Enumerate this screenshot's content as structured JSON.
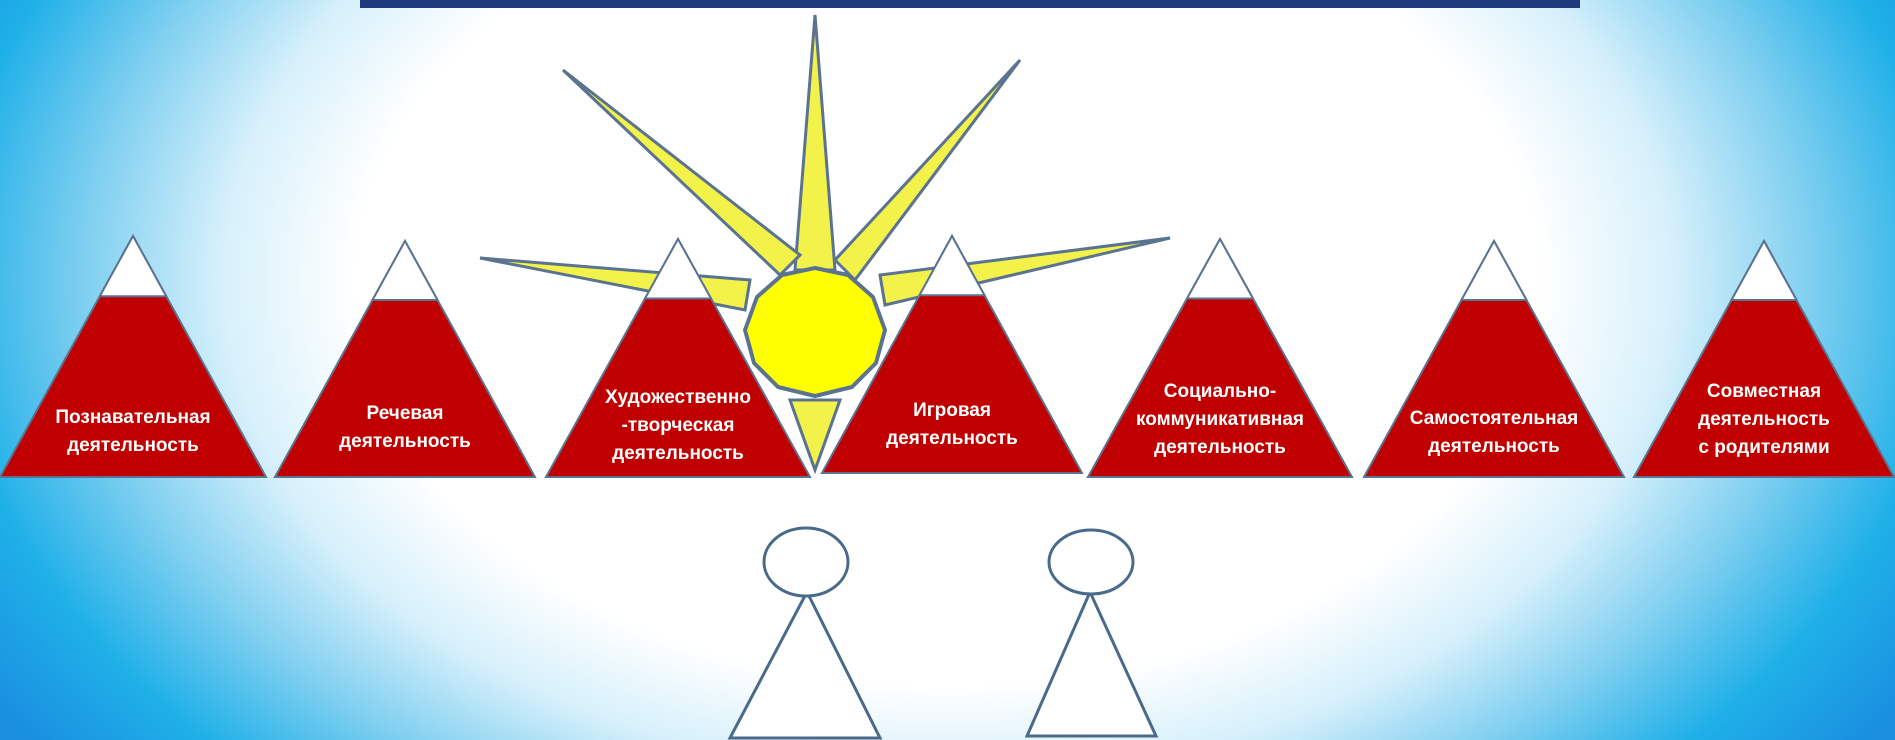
{
  "colors": {
    "background_center": "#ffffff",
    "background_edge": "#1a8fe0",
    "peak_fill": "#c00000",
    "snow_cap": "#ffffff",
    "sun_fill": "#ffff00",
    "ray_fill": "#f2f24a",
    "outline": "#5a7390",
    "label_text": "#ffffff"
  },
  "activities": [
    {
      "label": "Познавательная\nдеятельность"
    },
    {
      "label": "Речевая\nдеятельность"
    },
    {
      "label": "Художественно\n-творческая\nдеятельность"
    },
    {
      "label": "Игровая\nдеятельность"
    },
    {
      "label": "Социально-\nкоммуникативная\nдеятельность"
    },
    {
      "label": "Самостоятельная\nдеятельность"
    },
    {
      "label": "Совместная\nдеятельность\nс родителями"
    }
  ],
  "icons": {
    "sun": "sun-icon",
    "person_left": "person-figure-icon",
    "person_right": "person-figure-icon"
  }
}
